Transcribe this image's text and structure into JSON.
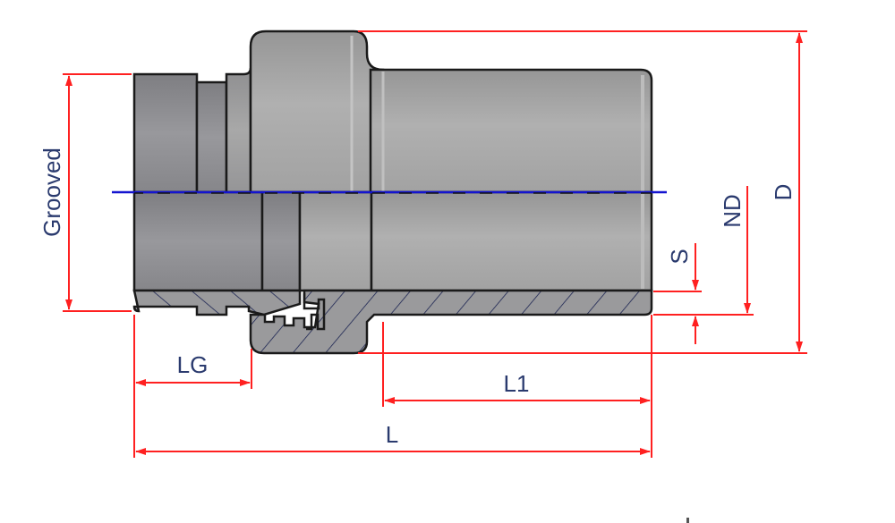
{
  "diagram": {
    "title": "Grooved end adapter fitting – dimension drawing",
    "colors": {
      "dimension_line": "#ff2020",
      "label_text": "#2a3a6e",
      "centerline": "#1414d0",
      "body_fill_dark": "#8a8a8e",
      "body_fill_mid": "#a0a0a2",
      "body_fill_light": "#b2b2b2",
      "section_fill": "#9a9a9c",
      "hatch": "#1c2452",
      "outline": "#1a1a1a"
    },
    "dimensions": {
      "grooved": {
        "label": "Grooved",
        "orientation": "vertical"
      },
      "d": {
        "label": "D",
        "orientation": "vertical"
      },
      "nd": {
        "label": "ND",
        "orientation": "vertical"
      },
      "s": {
        "label": "S",
        "orientation": "vertical"
      },
      "lg": {
        "label": "LG",
        "orientation": "horizontal"
      },
      "l1": {
        "label": "L1",
        "orientation": "horizontal"
      },
      "l": {
        "label": "L",
        "orientation": "horizontal"
      }
    }
  }
}
